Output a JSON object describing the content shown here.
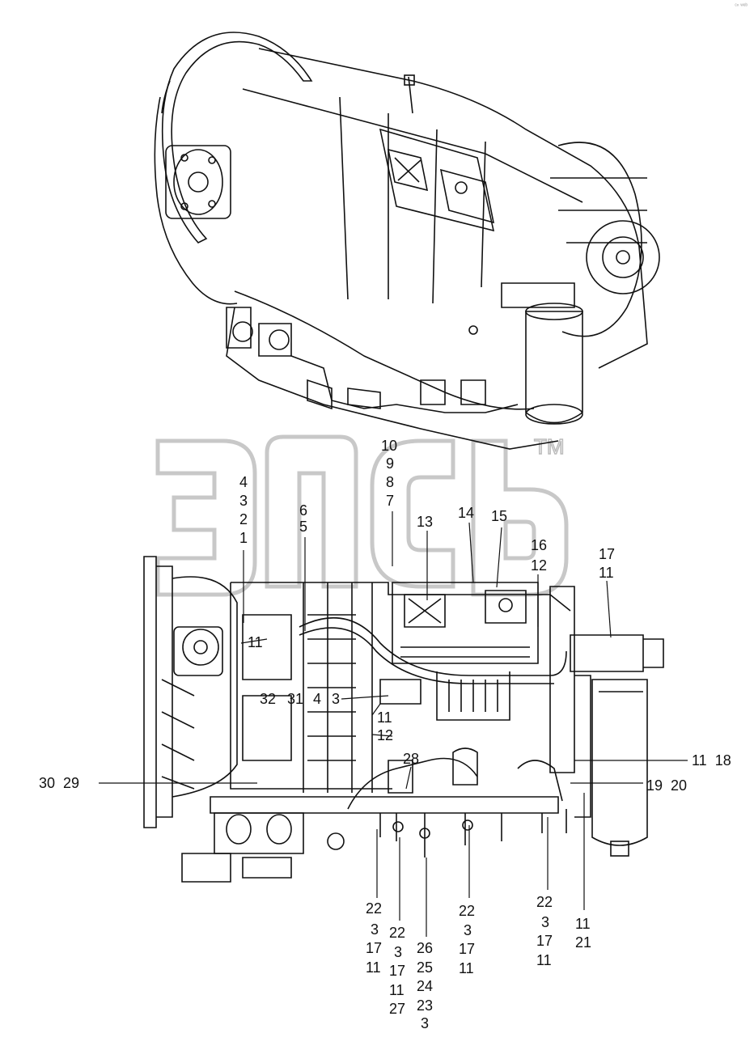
{
  "watermark": {
    "text": "эпсь",
    "mark": "TM"
  },
  "corner_note": "ᶜⁿ ʷᵉᵇ",
  "callouts": [
    {
      "id": "c-10",
      "text": "10"
    },
    {
      "id": "c-9",
      "text": "9"
    },
    {
      "id": "c-8",
      "text": "8"
    },
    {
      "id": "c-7",
      "text": "7"
    },
    {
      "id": "c-4a",
      "text": "4"
    },
    {
      "id": "c-3a",
      "text": "3"
    },
    {
      "id": "c-2",
      "text": "2"
    },
    {
      "id": "c-1",
      "text": "1"
    },
    {
      "id": "c-6",
      "text": "6"
    },
    {
      "id": "c-5",
      "text": "5"
    },
    {
      "id": "c-13",
      "text": "13"
    },
    {
      "id": "c-14",
      "text": "14"
    },
    {
      "id": "c-15",
      "text": "15"
    },
    {
      "id": "c-16",
      "text": "16"
    },
    {
      "id": "c-12a",
      "text": "12"
    },
    {
      "id": "c-17a",
      "text": "17"
    },
    {
      "id": "c-11a",
      "text": "11"
    },
    {
      "id": "c-11b",
      "text": "11"
    },
    {
      "id": "c-32",
      "text": "32"
    },
    {
      "id": "c-31",
      "text": "31"
    },
    {
      "id": "c-4b",
      "text": "4"
    },
    {
      "id": "c-3b",
      "text": "3"
    },
    {
      "id": "c-11c",
      "text": "11"
    },
    {
      "id": "c-12b",
      "text": "12"
    },
    {
      "id": "c-28",
      "text": "28"
    },
    {
      "id": "c-11-18",
      "text": "11  18"
    },
    {
      "id": "c-30-29",
      "text": "30  29"
    },
    {
      "id": "c-19-20",
      "text": "19  20"
    },
    {
      "id": "g1-22",
      "text": "22"
    },
    {
      "id": "g1-3",
      "text": "3"
    },
    {
      "id": "g1-17",
      "text": "17"
    },
    {
      "id": "g1-11",
      "text": "11"
    },
    {
      "id": "g2-22",
      "text": "22"
    },
    {
      "id": "g2-3",
      "text": "3"
    },
    {
      "id": "g2-17",
      "text": "17"
    },
    {
      "id": "g2-11",
      "text": "11"
    },
    {
      "id": "g2-27",
      "text": "27"
    },
    {
      "id": "g3-26",
      "text": "26"
    },
    {
      "id": "g3-25",
      "text": "25"
    },
    {
      "id": "g3-24",
      "text": "24"
    },
    {
      "id": "g3-23",
      "text": "23"
    },
    {
      "id": "g3-3",
      "text": "3"
    },
    {
      "id": "g4-22",
      "text": "22"
    },
    {
      "id": "g4-3",
      "text": "3"
    },
    {
      "id": "g4-17",
      "text": "17"
    },
    {
      "id": "g4-11",
      "text": "11"
    },
    {
      "id": "g5-22",
      "text": "22"
    },
    {
      "id": "g5-3",
      "text": "3"
    },
    {
      "id": "g5-17",
      "text": "17"
    },
    {
      "id": "g5-11",
      "text": "11"
    },
    {
      "id": "g6-11",
      "text": "11"
    },
    {
      "id": "g6-21",
      "text": "21"
    }
  ]
}
